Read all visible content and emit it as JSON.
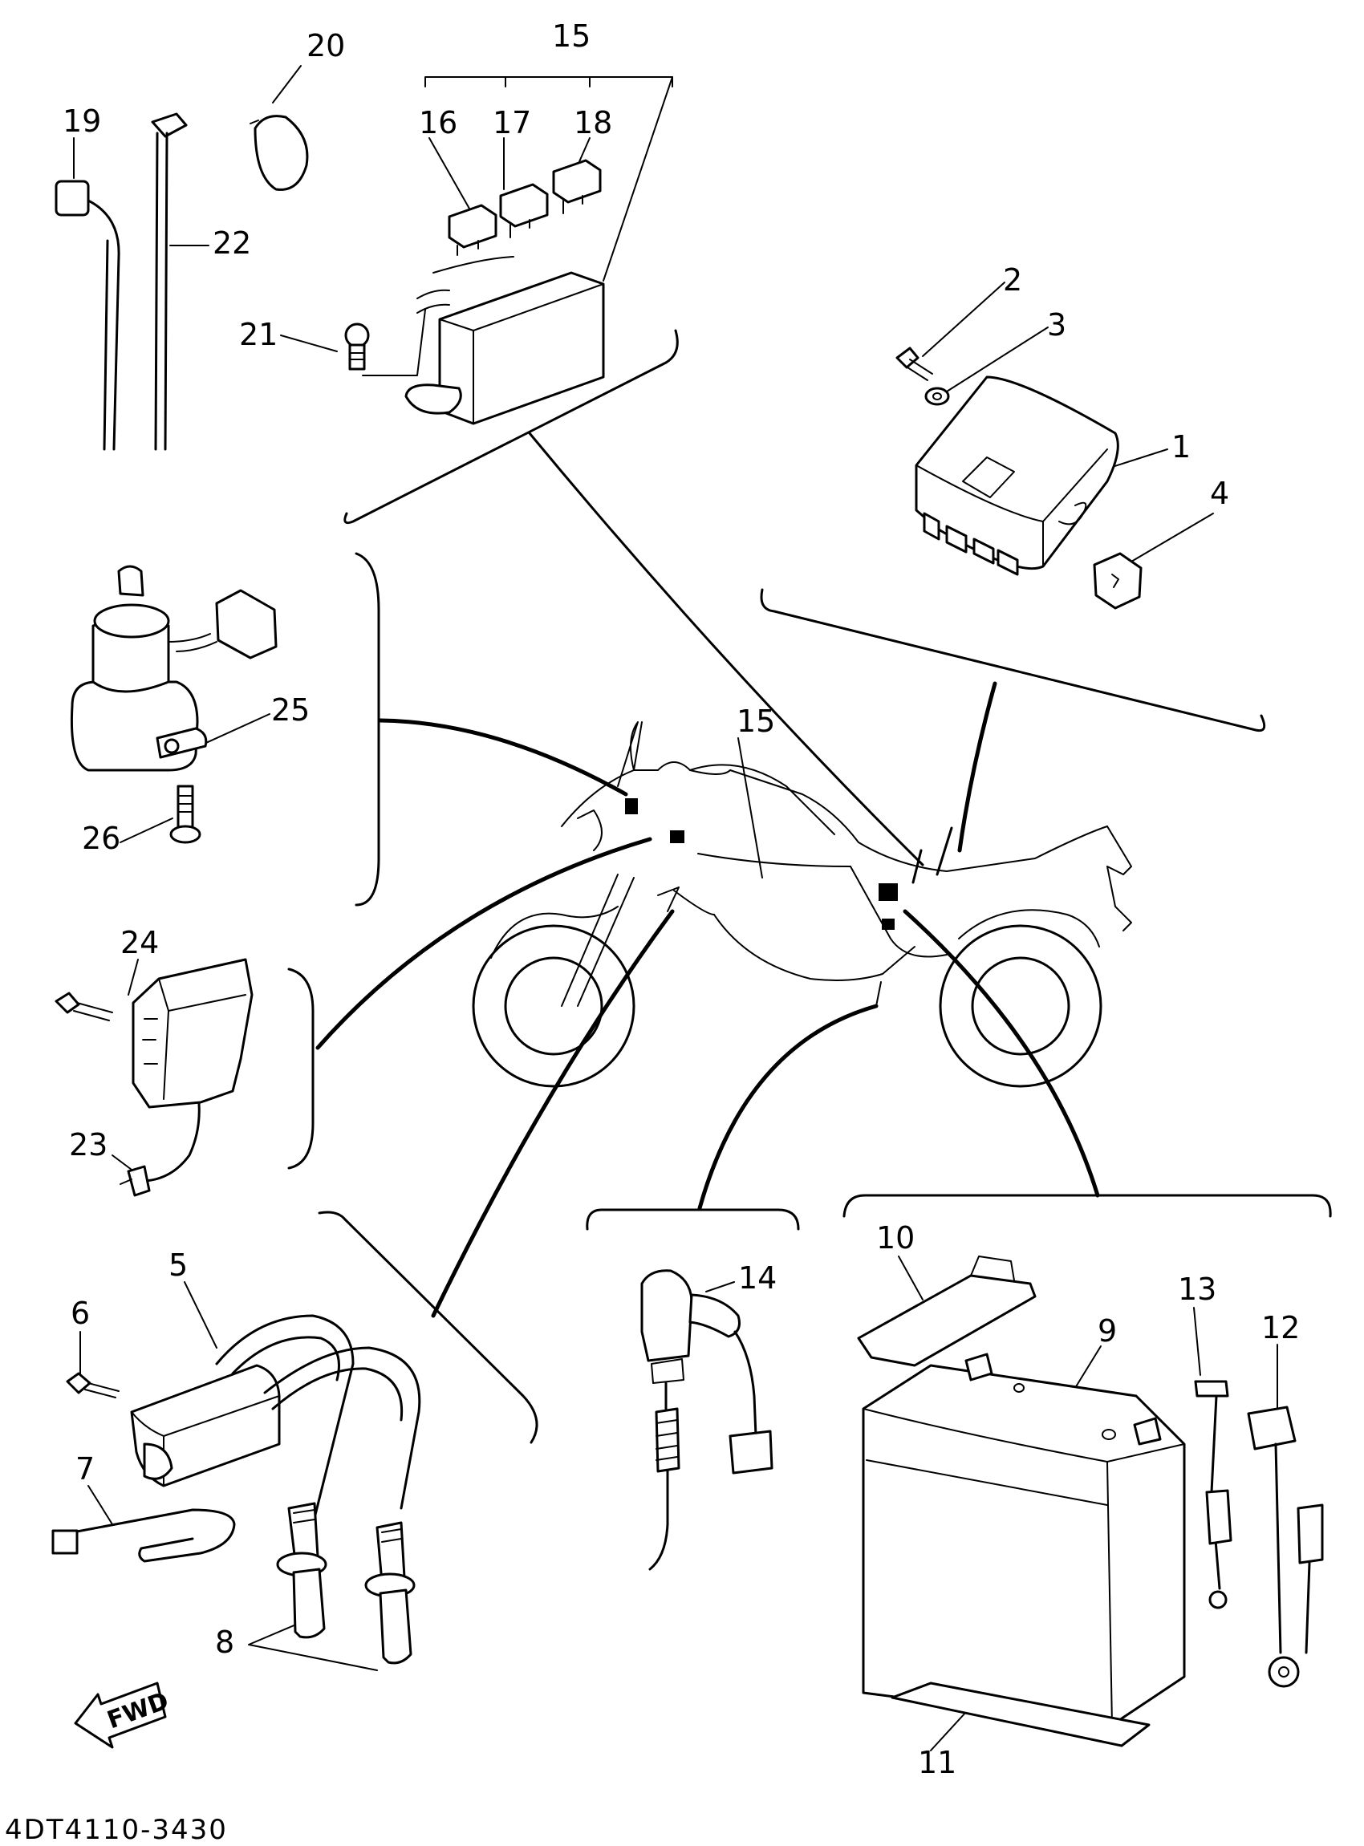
{
  "diagram_code": "4DT4110-3430",
  "fwd_label": "FWD",
  "part_numbers": {
    "p1": "1",
    "p2": "2",
    "p3": "3",
    "p4": "4",
    "p5": "5",
    "p6": "6",
    "p7": "7",
    "p8": "8",
    "p9": "9",
    "p10": "10",
    "p11": "11",
    "p12": "12",
    "p13": "13",
    "p14": "14",
    "p15": "15",
    "p15b": "15",
    "p16": "16",
    "p17": "17",
    "p18": "18",
    "p19": "19",
    "p20": "20",
    "p21": "21",
    "p22": "22",
    "p23": "23",
    "p24": "24",
    "p25": "25",
    "p26": "26"
  }
}
